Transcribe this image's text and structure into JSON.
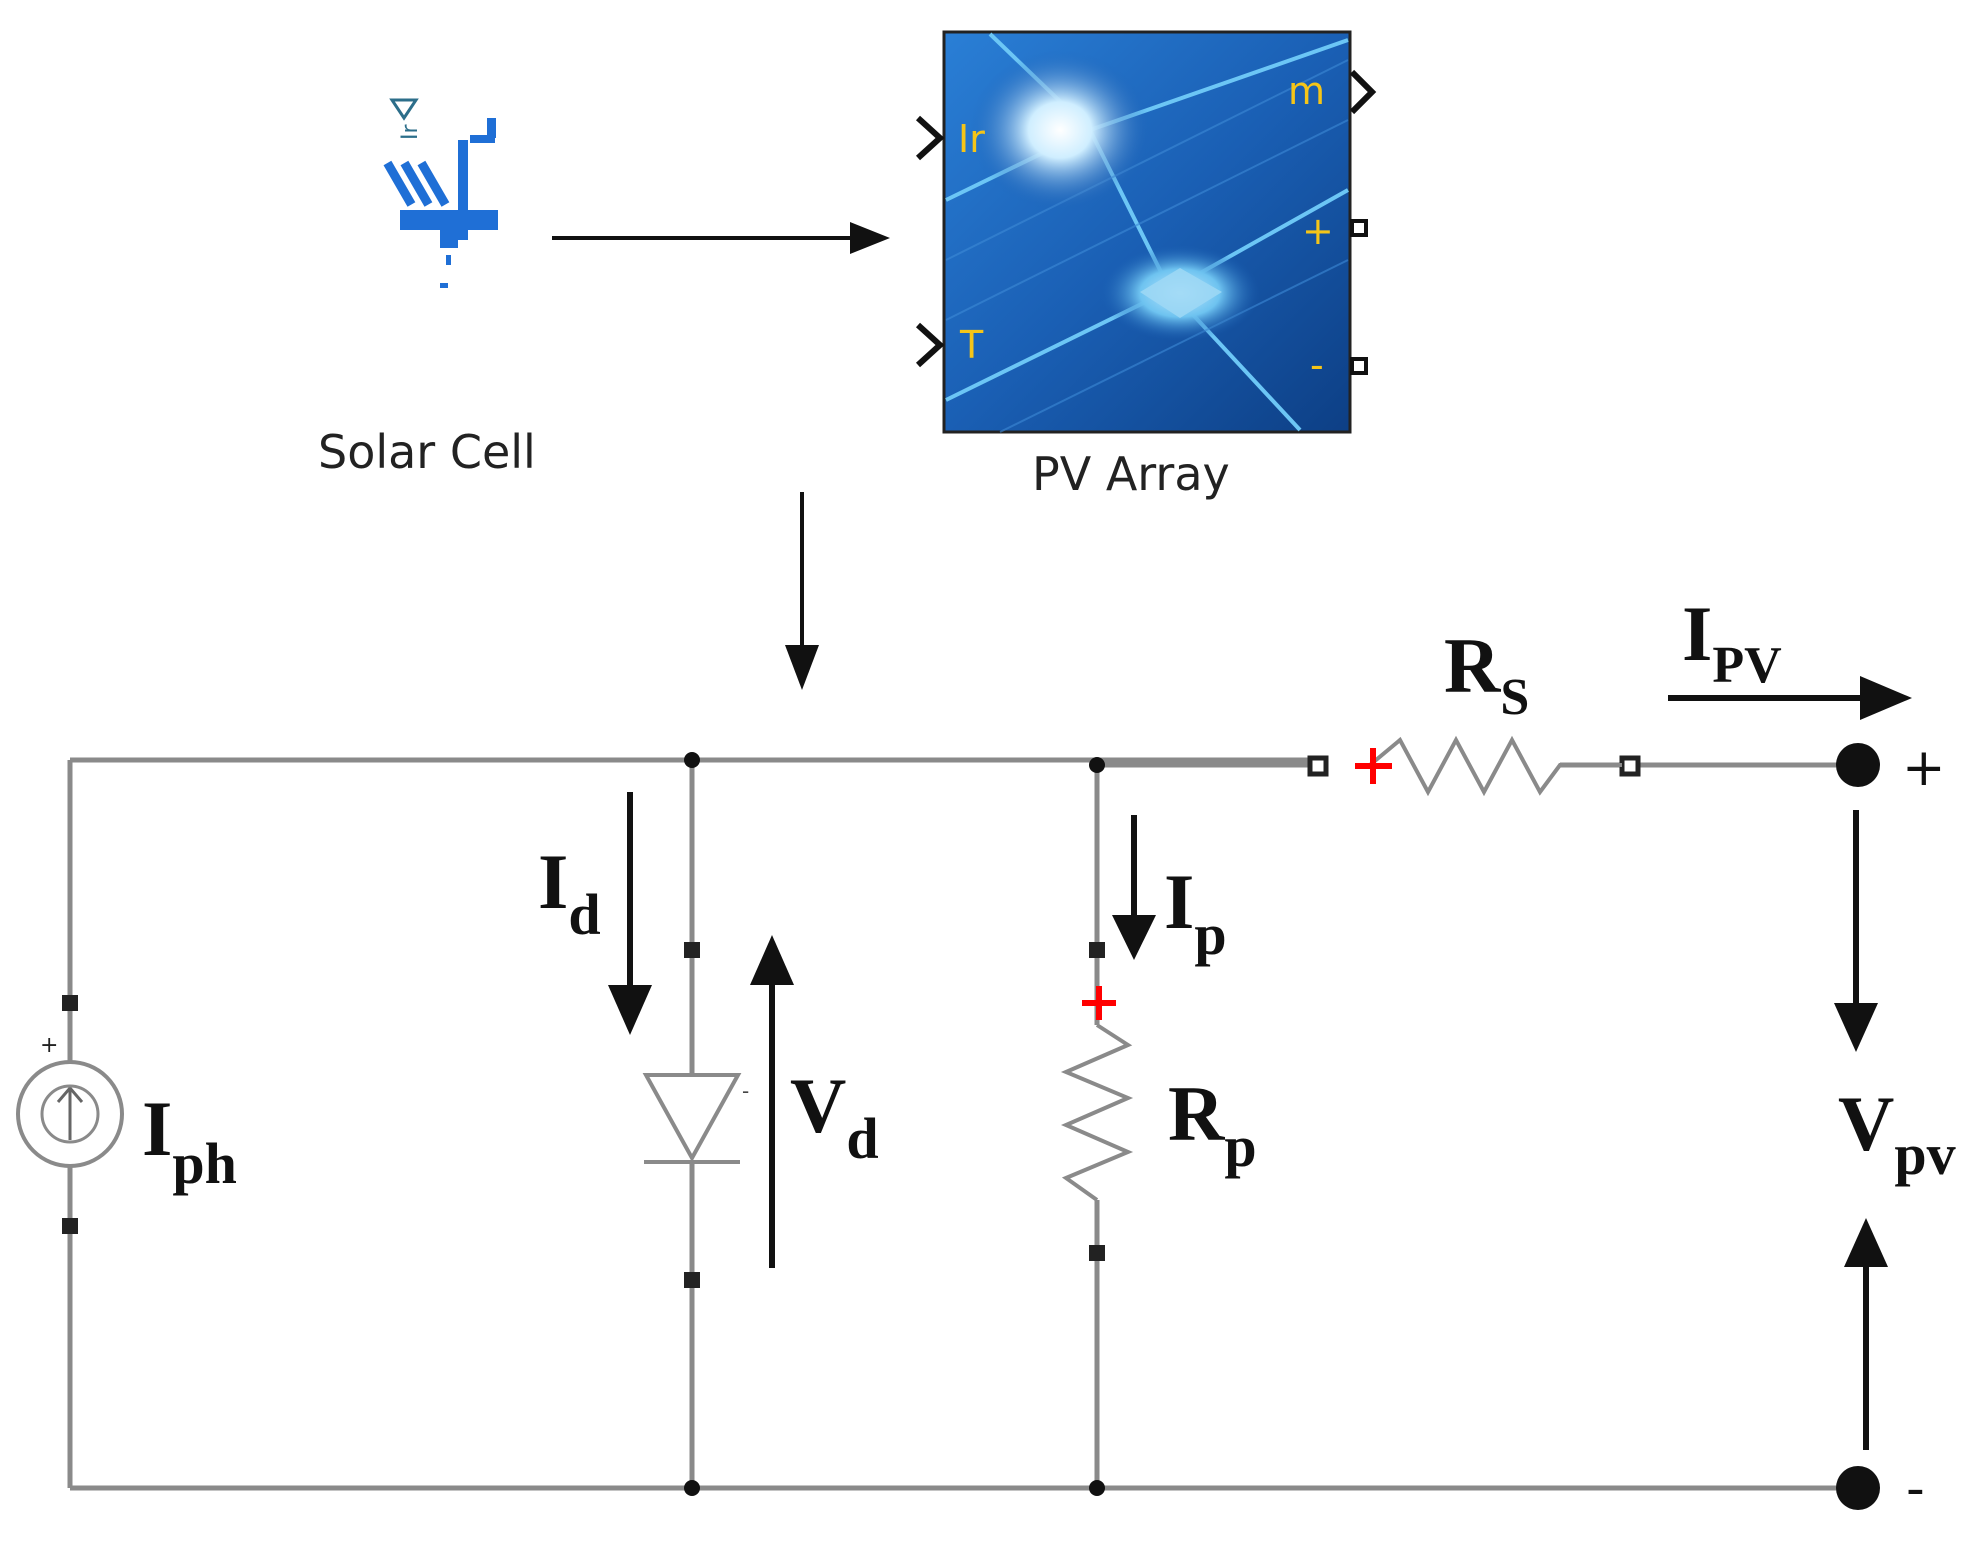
{
  "solar_cell": {
    "label": "Solar Cell",
    "icon": "solar-cell-icon",
    "port_label": "Ir"
  },
  "pv_array": {
    "label": "PV Array",
    "icon": "pv-panel-icon",
    "ports": {
      "irradiance": "Ir",
      "temperature": "T",
      "measurement": "m",
      "positive": "+",
      "negative": "-"
    },
    "colors": {
      "panel": "#1a5fb4",
      "port_text": "#f5c518"
    }
  },
  "circuit": {
    "source": {
      "label_main": "I",
      "label_sub": "ph",
      "plus_mark": "+"
    },
    "diode": {
      "current_main": "I",
      "current_sub": "d",
      "voltage_main": "V",
      "voltage_sub": "d",
      "minus_mark": "-"
    },
    "shunt": {
      "current_main": "I",
      "current_sub": "p",
      "resistor_main": "R",
      "resistor_sub": "p"
    },
    "series": {
      "resistor_main": "R",
      "resistor_sub": "S",
      "current_main": "I",
      "current_sub": "PV"
    },
    "output": {
      "voltage_main": "V",
      "voltage_sub": "pv",
      "plus_terminal": "+",
      "minus_terminal": "-"
    },
    "colors": {
      "wire": "#8a8a8a",
      "polarity_marker": "#ff0000",
      "ink": "#111111"
    }
  }
}
